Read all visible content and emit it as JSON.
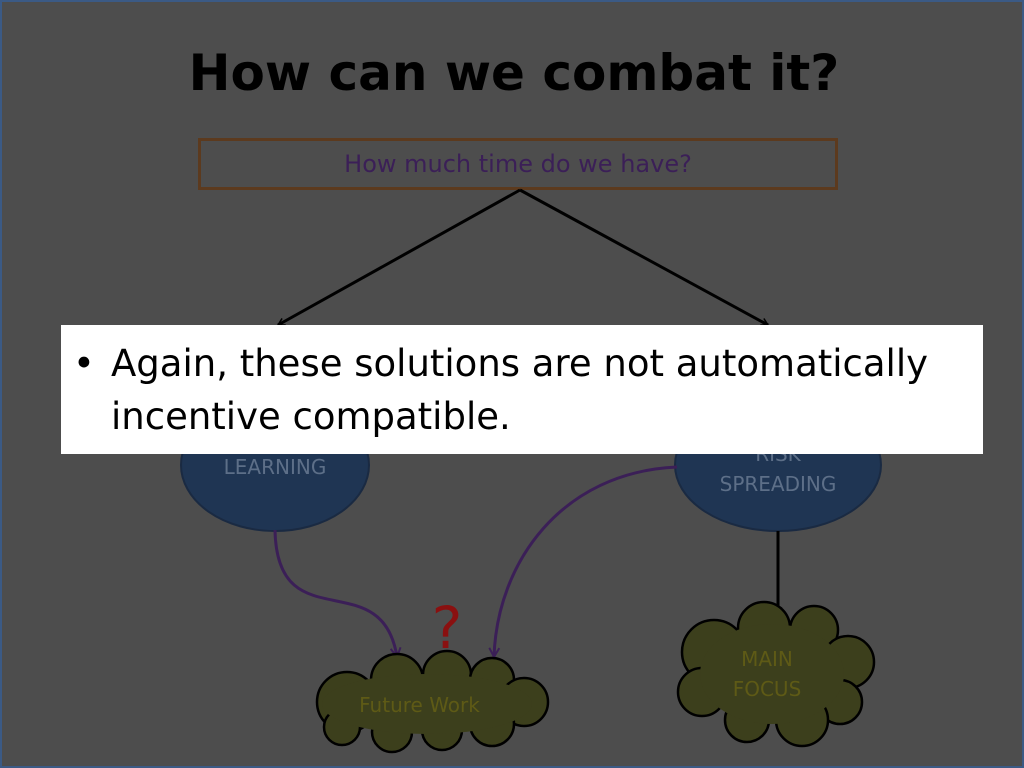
{
  "slide": {
    "title": "How can we combat it?",
    "question_box": "How much time do we have?",
    "nodes": {
      "learning": "LEARNING",
      "risk_spreading_top": "RISK",
      "risk_spreading_bottom": "SPREADING",
      "future_work": "Future Work",
      "main_focus_top": "MAIN",
      "main_focus_bottom": "FOCUS"
    },
    "question_mark": "?",
    "overlay": {
      "bullet": "•",
      "line1": "Again, these solutions are not automatically",
      "line2": "incentive compatible."
    }
  },
  "colors": {
    "background": "#4d4d4d",
    "ellipse_fill": "#1f3553",
    "cloud_fill": "#3c3f1c",
    "curve_arrow": "#3b1f57",
    "question_mark": "#8a1010"
  }
}
